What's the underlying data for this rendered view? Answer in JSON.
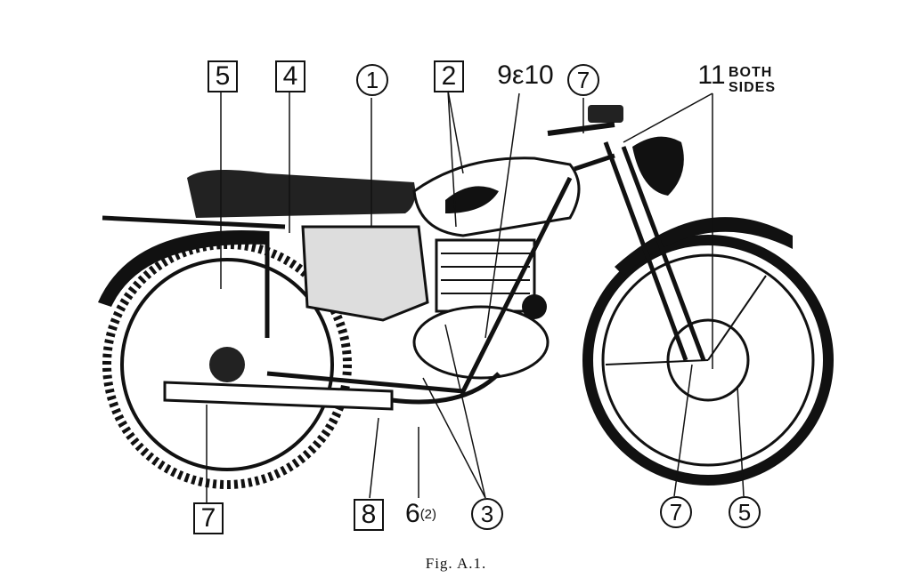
{
  "caption": "Fig. A.1.",
  "callouts": {
    "c5_top": "5",
    "c4_top": "4",
    "c1_top": "1",
    "c2_top": "2",
    "c9_10_top": "9ε10",
    "c7_top": "7",
    "c11_top": "11",
    "c11_note_line1": "BOTH",
    "c11_note_line2": "SIDES",
    "c7_bottom_left": "7",
    "c8_bottom": "8",
    "c6_bottom": "6",
    "c6_sub": "(2)",
    "c3_bottom": "3",
    "c7_bottom_right": "7",
    "c5_bottom_right": "5"
  }
}
